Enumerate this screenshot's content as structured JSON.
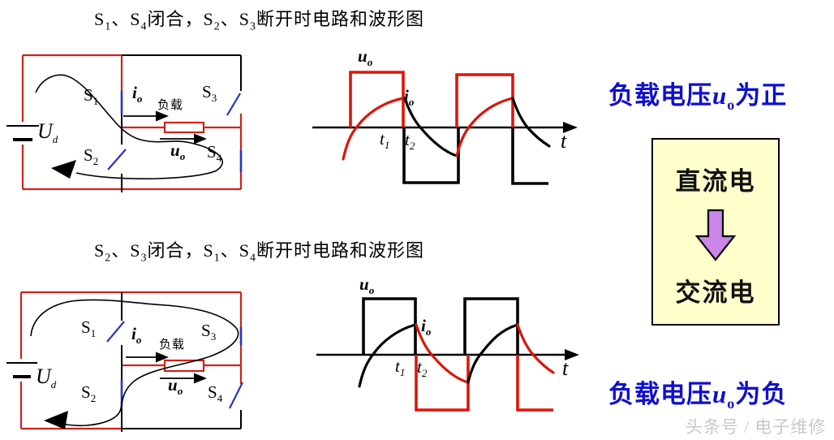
{
  "titles": {
    "top": {
      "parts": [
        {
          "t": "S"
        },
        {
          "sub": "1"
        },
        {
          "t": "、S"
        },
        {
          "sub": "4"
        },
        {
          "t": "闭合，S"
        },
        {
          "sub": "2"
        },
        {
          "t": "、S"
        },
        {
          "sub": "3"
        },
        {
          "t": "断开时电路和波形图"
        }
      ]
    },
    "bottom": {
      "parts": [
        {
          "t": "S"
        },
        {
          "sub": "2"
        },
        {
          "t": "、S"
        },
        {
          "sub": "3"
        },
        {
          "t": "闭合，S"
        },
        {
          "sub": "1"
        },
        {
          "t": "、S"
        },
        {
          "sub": "4"
        },
        {
          "t": "断开时电路和波形图"
        }
      ]
    }
  },
  "circuits": {
    "top": {
      "source": {
        "base": "U",
        "sub": "d"
      },
      "s1": {
        "base": "S",
        "sub": "1"
      },
      "s2": {
        "base": "S",
        "sub": "2"
      },
      "s3": {
        "base": "S",
        "sub": "3"
      },
      "s4": {
        "base": "S",
        "sub": "4"
      },
      "load": "负载",
      "current": {
        "base": "i",
        "sub": "o"
      },
      "voltage": {
        "base": "u",
        "sub": "o"
      }
    },
    "bottom": {
      "source": {
        "base": "U",
        "sub": "d"
      },
      "s1": {
        "base": "S",
        "sub": "1"
      },
      "s2": {
        "base": "S",
        "sub": "2"
      },
      "s3": {
        "base": "S",
        "sub": "3"
      },
      "s4": {
        "base": "S",
        "sub": "4"
      },
      "load": "负载",
      "current": {
        "base": "i",
        "sub": "o"
      },
      "voltage": {
        "base": "u",
        "sub": "o"
      }
    }
  },
  "waveforms": {
    "top": {
      "voltage": {
        "base": "u",
        "sub": "o"
      },
      "current": {
        "base": "i",
        "sub": "o"
      },
      "t1": {
        "base": "t",
        "sub": "1"
      },
      "t2": {
        "base": "t",
        "sub": "2"
      },
      "axis": "t"
    },
    "bottom": {
      "voltage": {
        "base": "u",
        "sub": "o"
      },
      "current": {
        "base": "i",
        "sub": "o"
      },
      "t1": {
        "base": "t",
        "sub": "1"
      },
      "t2": {
        "base": "t",
        "sub": "2"
      },
      "axis": "t"
    }
  },
  "notes": {
    "positive": {
      "prefix": "负载电压",
      "sym": "u",
      "sym_sub": "o",
      "suffix": "为正"
    },
    "negative": {
      "prefix": "负载电压",
      "sym": "u",
      "sym_sub": "o",
      "suffix": "为负"
    }
  },
  "converter": {
    "from": "直流电",
    "to": "交流电"
  },
  "watermark": "头条号 / 电子维修",
  "colors": {
    "wire_red": "#cf2318",
    "waveform_red": "#df1408",
    "switch_blue": "#2733c9",
    "note_blue": "#0f0fd0",
    "box_bg": "#ffffcc",
    "arrow_purple": "#cc85ea",
    "watermark_gray": "#c8c8c8"
  }
}
